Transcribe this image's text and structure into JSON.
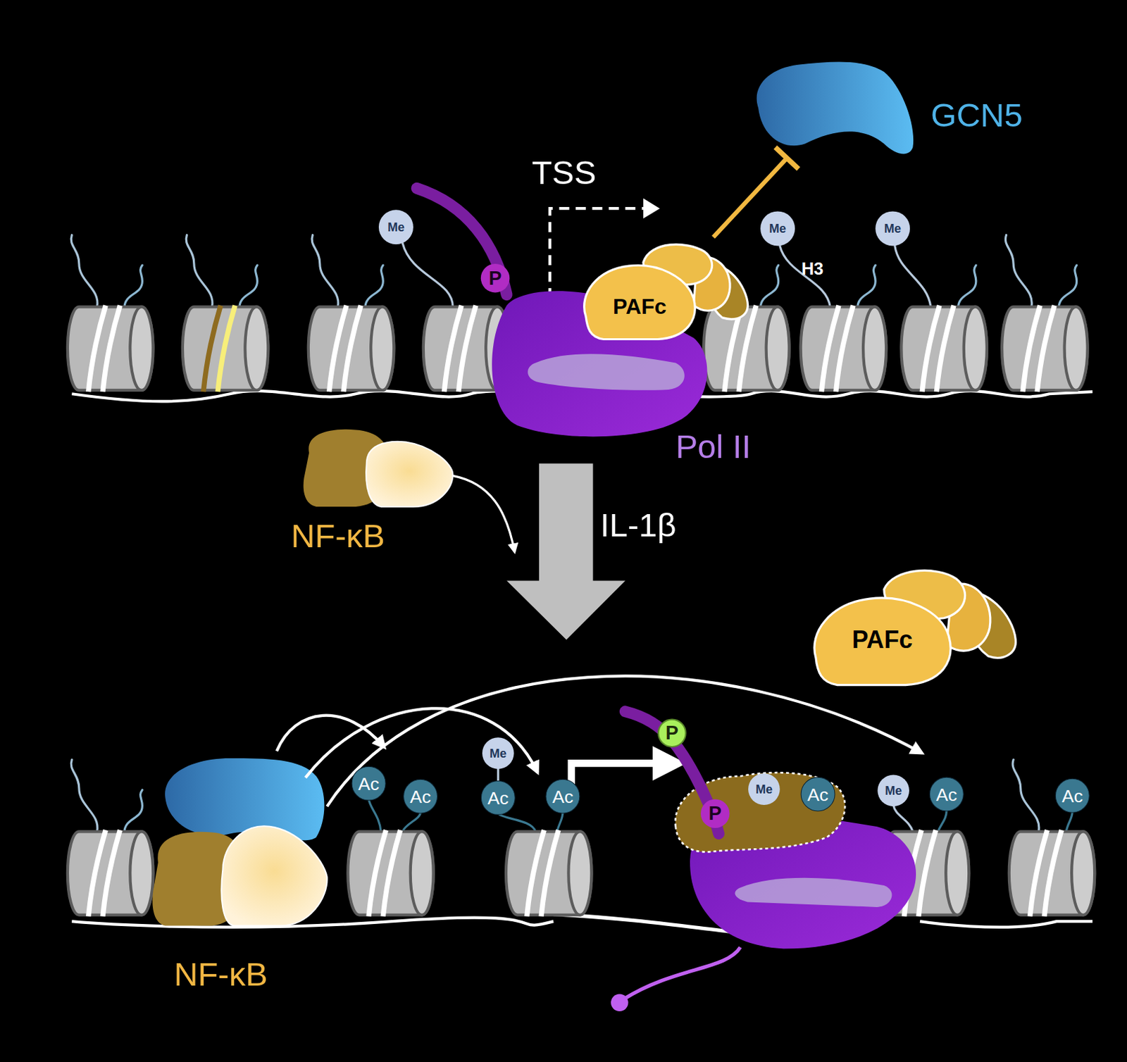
{
  "diagram": {
    "nodes": [
      {
        "text": [
          "GCN5"
        ]
      },
      {
        "text": [
          "Me"
        ]
      },
      {
        "text": [
          "Pol II"
        ]
      },
      {
        "text": [
          "P"
        ]
      },
      {
        "text": [
          "PAFc"
        ]
      },
      {
        "text": [
          "Me"
        ]
      },
      {
        "text": [
          "Me"
        ]
      },
      {
        "text": [
          "NF-κB"
        ]
      },
      {
        "text": [
          "PAFc"
        ]
      },
      {
        "text": [
          "NF-κB"
        ]
      },
      {
        "text": [
          "Ac"
        ]
      },
      {
        "text": [
          "Ac"
        ]
      },
      {
        "text": [
          "Me"
        ]
      },
      {
        "text": [
          "Ac"
        ]
      },
      {
        "text": [
          "Ac"
        ]
      },
      {
        "text": [
          "P"
        ]
      },
      {
        "text": [
          "P"
        ]
      },
      {
        "text": [
          "Me"
        ]
      },
      {
        "text": [
          "Ac"
        ]
      },
      {
        "text": [
          "Me"
        ]
      },
      {
        "text": [
          "Ac"
        ]
      },
      {
        "text": [
          "Ac"
        ]
      }
    ],
    "edges": [
      {
        "from": 4,
        "to": 0,
        "arrow": "to"
      }
    ],
    "labels": [
      "TSS",
      "H3",
      "IL-1β"
    ]
  }
}
